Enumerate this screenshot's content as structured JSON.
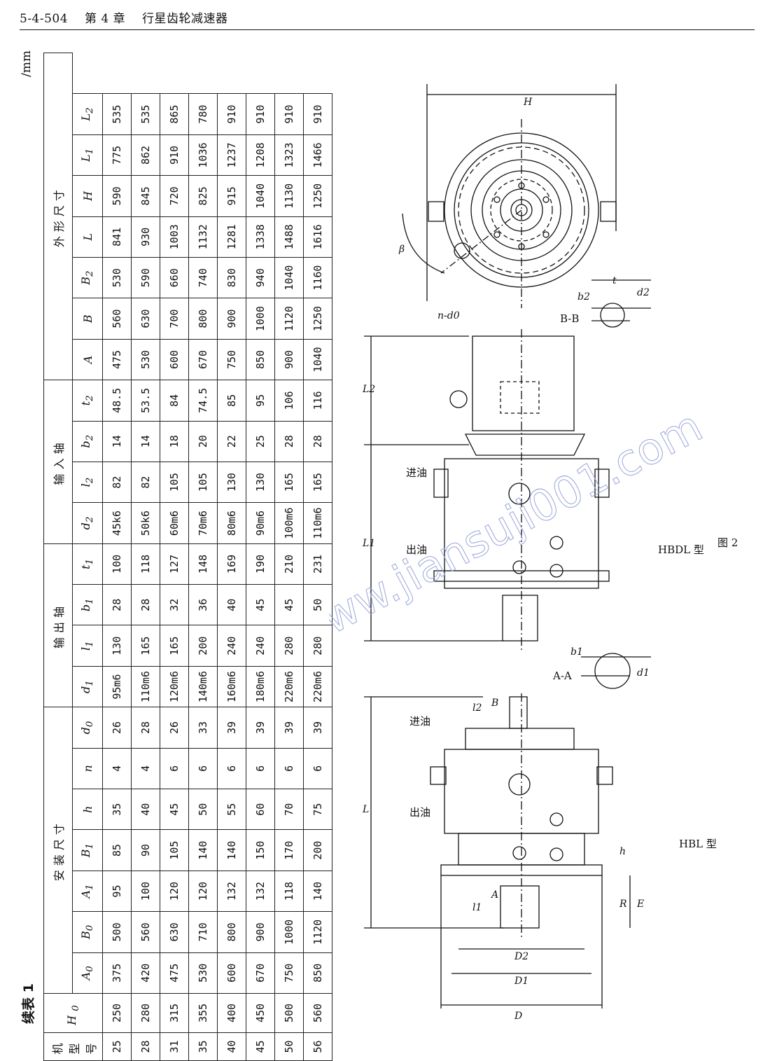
{
  "header": {
    "page_ref": "5-4-504",
    "chapter": "第 4 章",
    "chapter_title": "行星齿轮减速器"
  },
  "table": {
    "caption": "续表 1",
    "unit": "/mm",
    "model_header": "机型号",
    "groups": [
      {
        "label": "安装尺寸",
        "span": 7
      },
      {
        "label": "输出轴",
        "span": 4
      },
      {
        "label": "输入轴",
        "span": 4
      },
      {
        "label": "外形尺寸",
        "span": 8
      }
    ],
    "h0_header": "H",
    "h0_sub": "0",
    "columns": [
      {
        "base": "A",
        "sub": "0"
      },
      {
        "base": "B",
        "sub": "0"
      },
      {
        "base": "A",
        "sub": "1"
      },
      {
        "base": "B",
        "sub": "1"
      },
      {
        "base": "h",
        "sub": ""
      },
      {
        "base": "n",
        "sub": ""
      },
      {
        "base": "d",
        "sub": "0"
      },
      {
        "base": "d",
        "sub": "1"
      },
      {
        "base": "l",
        "sub": "1"
      },
      {
        "base": "b",
        "sub": "1"
      },
      {
        "base": "t",
        "sub": "1"
      },
      {
        "base": "d",
        "sub": "2"
      },
      {
        "base": "l",
        "sub": "2"
      },
      {
        "base": "b",
        "sub": "2"
      },
      {
        "base": "t",
        "sub": "2"
      },
      {
        "base": "A",
        "sub": ""
      },
      {
        "base": "B",
        "sub": ""
      },
      {
        "base": "B",
        "sub": "2"
      },
      {
        "base": "L",
        "sub": ""
      },
      {
        "base": "H",
        "sub": ""
      },
      {
        "base": "L",
        "sub": "1"
      },
      {
        "base": "L",
        "sub": "2"
      }
    ],
    "rows": [
      [
        "25",
        "250",
        "375",
        "500",
        "95",
        "85",
        "35",
        "4",
        "26",
        "95m6",
        "130",
        "28",
        "100",
        "45k6",
        "82",
        "14",
        "48.5",
        "475",
        "560",
        "530",
        "841",
        "590",
        "775",
        "535"
      ],
      [
        "28",
        "280",
        "420",
        "560",
        "100",
        "90",
        "40",
        "4",
        "28",
        "110m6",
        "165",
        "28",
        "118",
        "50k6",
        "82",
        "14",
        "53.5",
        "530",
        "630",
        "590",
        "930",
        "845",
        "862",
        "535"
      ],
      [
        "31",
        "315",
        "475",
        "630",
        "120",
        "105",
        "45",
        "6",
        "26",
        "120m6",
        "165",
        "32",
        "127",
        "60m6",
        "105",
        "18",
        "84",
        "600",
        "700",
        "660",
        "1003",
        "720",
        "910",
        "865"
      ],
      [
        "35",
        "355",
        "530",
        "710",
        "120",
        "140",
        "50",
        "6",
        "33",
        "140m6",
        "200",
        "36",
        "148",
        "70m6",
        "105",
        "20",
        "74.5",
        "670",
        "800",
        "740",
        "1132",
        "825",
        "1036",
        "780"
      ],
      [
        "40",
        "400",
        "600",
        "800",
        "132",
        "140",
        "55",
        "6",
        "39",
        "160m6",
        "240",
        "40",
        "169",
        "80m6",
        "130",
        "22",
        "85",
        "750",
        "900",
        "830",
        "1281",
        "915",
        "1237",
        "910"
      ],
      [
        "45",
        "450",
        "670",
        "900",
        "132",
        "150",
        "60",
        "6",
        "39",
        "180m6",
        "240",
        "45",
        "190",
        "90m6",
        "130",
        "25",
        "95",
        "850",
        "1000",
        "940",
        "1338",
        "1040",
        "1208",
        "910"
      ],
      [
        "50",
        "500",
        "750",
        "1000",
        "118",
        "170",
        "70",
        "6",
        "39",
        "220m6",
        "280",
        "45",
        "210",
        "100m6",
        "165",
        "28",
        "106",
        "900",
        "1120",
        "1040",
        "1488",
        "1130",
        "1323",
        "910"
      ],
      [
        "56",
        "560",
        "850",
        "1120",
        "140",
        "200",
        "75",
        "6",
        "39",
        "220m6",
        "280",
        "50",
        "231",
        "110m6",
        "165",
        "28",
        "116",
        "1040",
        "1250",
        "1160",
        "1616",
        "1250",
        "1466",
        "910"
      ]
    ]
  },
  "drawing": {
    "figure_label": "图 2",
    "hbdl_label": "HBDL 型",
    "hbl_label": "HBL 型",
    "oil_in": "进油",
    "oil_out": "出油",
    "section_bb": "B-B",
    "section_aa": "A-A",
    "dims": {
      "H": "H",
      "L": "L",
      "L1": "L1",
      "L2": "L2",
      "D": "D",
      "D1": "D1",
      "D2": "D2",
      "E": "E",
      "R": "R",
      "h": "h",
      "l1": "l1",
      "l2": "l2",
      "b1": "b1",
      "b2": "b2",
      "d1": "d1",
      "d2": "d2",
      "t": "t",
      "beta": "β",
      "nd0": "n-d0",
      "A": "A",
      "B": "B"
    },
    "watermark": "www.jiansuji001.com"
  }
}
